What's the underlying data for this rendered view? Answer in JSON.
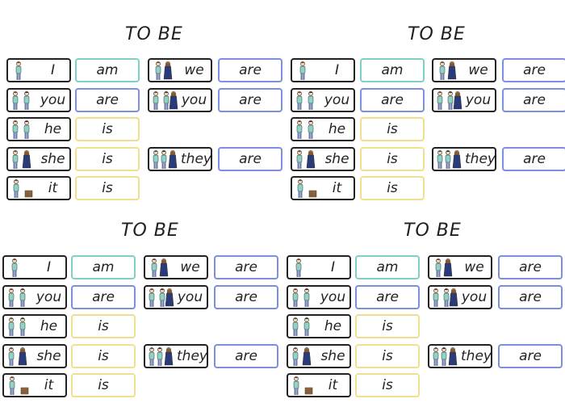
{
  "worksheets": [
    {
      "title": "TO BE",
      "singular": [
        {
          "pronoun": "I",
          "verb": "am",
          "color": "teal",
          "icon": "person-pointing-self-icon"
        },
        {
          "pronoun": "you",
          "verb": "are",
          "color": "blue",
          "icon": "two-people-pointing-icon"
        },
        {
          "pronoun": "he",
          "verb": "is",
          "color": "yellow",
          "icon": "two-men-icon"
        },
        {
          "pronoun": "she",
          "verb": "is",
          "color": "yellow",
          "icon": "man-and-woman-icon"
        },
        {
          "pronoun": "it",
          "verb": "is",
          "color": "yellow",
          "icon": "person-and-box-icon"
        }
      ],
      "plural": [
        {
          "pronoun": "we",
          "verb": "are",
          "color": "blue",
          "icon": "couple-icon"
        },
        {
          "pronoun": "you",
          "verb": "are",
          "color": "blue",
          "icon": "person-pointing-group-icon"
        },
        {
          "pronoun": "they",
          "verb": "are",
          "color": "blue",
          "icon": "group-of-people-icon"
        }
      ]
    },
    {
      "title": "TO BE",
      "singular": [
        {
          "pronoun": "I",
          "verb": "am",
          "color": "teal",
          "icon": "person-pointing-self-icon"
        },
        {
          "pronoun": "you",
          "verb": "are",
          "color": "blue",
          "icon": "two-people-pointing-icon"
        },
        {
          "pronoun": "he",
          "verb": "is",
          "color": "yellow",
          "icon": "two-men-icon"
        },
        {
          "pronoun": "she",
          "verb": "is",
          "color": "yellow",
          "icon": "man-and-woman-icon"
        },
        {
          "pronoun": "it",
          "verb": "is",
          "color": "yellow",
          "icon": "person-and-box-icon"
        }
      ],
      "plural": [
        {
          "pronoun": "we",
          "verb": "are",
          "color": "blue",
          "icon": "couple-icon"
        },
        {
          "pronoun": "you",
          "verb": "are",
          "color": "blue",
          "icon": "person-pointing-group-icon"
        },
        {
          "pronoun": "they",
          "verb": "are",
          "color": "blue",
          "icon": "group-of-people-icon"
        }
      ]
    },
    {
      "title": "TO BE",
      "singular": [
        {
          "pronoun": "I",
          "verb": "am",
          "color": "teal",
          "icon": "person-pointing-self-icon"
        },
        {
          "pronoun": "you",
          "verb": "are",
          "color": "blue",
          "icon": "two-people-pointing-icon"
        },
        {
          "pronoun": "he",
          "verb": "is",
          "color": "yellow",
          "icon": "two-men-icon"
        },
        {
          "pronoun": "she",
          "verb": "is",
          "color": "yellow",
          "icon": "man-and-woman-icon"
        },
        {
          "pronoun": "it",
          "verb": "is",
          "color": "yellow",
          "icon": "person-and-box-icon"
        }
      ],
      "plural": [
        {
          "pronoun": "we",
          "verb": "are",
          "color": "blue",
          "icon": "couple-icon"
        },
        {
          "pronoun": "you",
          "verb": "are",
          "color": "blue",
          "icon": "person-pointing-group-icon"
        },
        {
          "pronoun": "they",
          "verb": "are",
          "color": "blue",
          "icon": "group-of-people-icon"
        }
      ]
    },
    {
      "title": "TO BE",
      "singular": [
        {
          "pronoun": "I",
          "verb": "am",
          "color": "teal",
          "icon": "person-pointing-self-icon"
        },
        {
          "pronoun": "you",
          "verb": "are",
          "color": "blue",
          "icon": "two-people-pointing-icon"
        },
        {
          "pronoun": "he",
          "verb": "is",
          "color": "yellow",
          "icon": "two-men-icon"
        },
        {
          "pronoun": "she",
          "verb": "is",
          "color": "yellow",
          "icon": "man-and-woman-icon"
        },
        {
          "pronoun": "it",
          "verb": "is",
          "color": "yellow",
          "icon": "person-and-box-icon"
        }
      ],
      "plural": [
        {
          "pronoun": "we",
          "verb": "are",
          "color": "blue",
          "icon": "couple-icon"
        },
        {
          "pronoun": "you",
          "verb": "are",
          "color": "blue",
          "icon": "person-pointing-group-icon"
        },
        {
          "pronoun": "they",
          "verb": "are",
          "color": "blue",
          "icon": "group-of-people-icon"
        }
      ]
    }
  ],
  "colors": {
    "teal_border": "#7fd0c7",
    "blue_border": "#7d8fdf",
    "yellow_border": "#f1df8f",
    "pronoun_border": "#222222",
    "figure_teal": "#8fd3c6",
    "figure_navy": "#2b3a78",
    "hair_brown": "#8a5a2b",
    "box_brown": "#9a6a3a"
  }
}
